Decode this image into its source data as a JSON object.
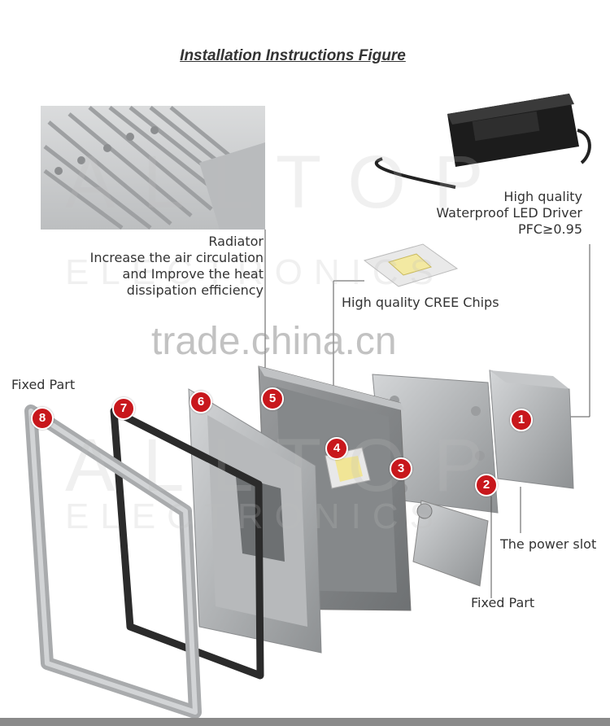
{
  "title": "Installation Instructions Figure",
  "labels": {
    "driver": [
      "High quality",
      "Waterproof LED Driver",
      "PFC≥0.95"
    ],
    "radiator": [
      "Radiator",
      "Increase the air circulation",
      "and Improve the heat",
      "dissipation efficiency"
    ],
    "chips": "High quality CREE Chips",
    "fixed_part_left": "Fixed Part",
    "power_slot": "The power slot",
    "fixed_part_bottom": "Fixed Part"
  },
  "badges": [
    "1",
    "2",
    "3",
    "4",
    "5",
    "6",
    "7",
    "8"
  ],
  "watermarks": {
    "trade": "trade.china.cn",
    "brand": "ALLTOP",
    "sub": "ELECTRONICS"
  },
  "colors": {
    "badge": "#c8171c",
    "aluminium": "#a9abad",
    "frame_dark": "#2b2b2b",
    "driver_body": "#1c1c1c"
  }
}
